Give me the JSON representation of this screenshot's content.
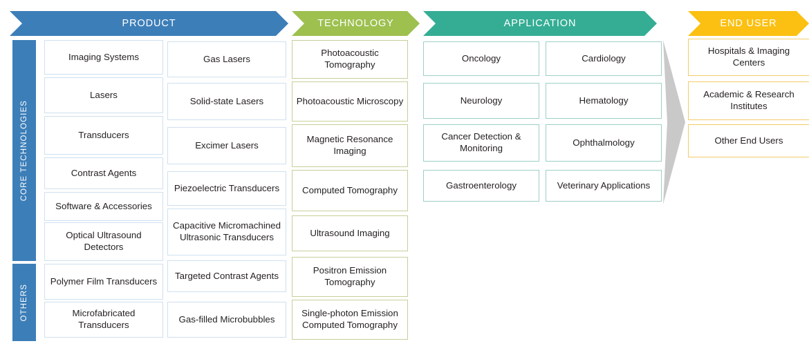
{
  "headers": [
    {
      "key": "product",
      "label": "PRODUCT",
      "color": "#3C7EB8"
    },
    {
      "key": "technology",
      "label": "TECHNOLOGY",
      "color": "#9DC04F"
    },
    {
      "key": "application",
      "label": "APPLICATION",
      "color": "#35AD95"
    },
    {
      "key": "enduser",
      "label": "END USER",
      "color": "#FBC012"
    }
  ],
  "rail": {
    "core_label": "CORE TECHNOLOGIES",
    "others_label": "OTHERS",
    "color": "#3C7EB8"
  },
  "columns": {
    "product_categories": [
      "Imaging Systems",
      "Lasers",
      "Transducers",
      "Contrast Agents",
      "Software & Accessories",
      "Optical Ultrasound Detectors",
      "Polymer Film Transducers",
      "Microfabricated Transducers"
    ],
    "product_subtypes": [
      "Gas Lasers",
      "Solid-state Lasers",
      "Excimer Lasers",
      "Piezoelectric Transducers",
      "Capacitive Micromachined Ultrasonic Transducers",
      "Targeted Contrast Agents",
      "Gas-filled Microbubbles"
    ],
    "technology": [
      "Photoacoustic Tomography",
      "Photoacoustic Microscopy",
      "Magnetic Resonance Imaging",
      "Computed Tomography",
      "Ultrasound Imaging",
      "Positron Emission Tomography",
      "Single-photon Emission Computed Tomography"
    ],
    "application_left": [
      "Oncology",
      "Neurology",
      "Cancer Detection & Monitoring",
      "Gastroenterology"
    ],
    "application_right": [
      "Cardiology",
      "Hematology",
      "Ophthalmology",
      "Veterinary Applications"
    ],
    "end_user": [
      "Hospitals & Imaging Centers",
      "Academic & Research Institutes",
      "Other End Users"
    ]
  },
  "funnel": {
    "name": "flow-arrow",
    "color": "#c9c9c9"
  },
  "layout": {
    "product_categories_tops": [
      58,
      112,
      168,
      228,
      278,
      322,
      382,
      437
    ],
    "product_categories_heights": [
      50,
      52,
      56,
      46,
      42,
      56,
      52,
      52
    ],
    "product_subtypes_tops": [
      60,
      120,
      184,
      248,
      302,
      377,
      437
    ],
    "product_subtypes_heights": [
      52,
      54,
      54,
      50,
      68,
      46,
      52
    ],
    "technology_tops": [
      58,
      118,
      180,
      246,
      312,
      372,
      434
    ],
    "technology_heights": [
      56,
      58,
      62,
      60,
      52,
      58,
      58
    ],
    "application_tops": [
      60,
      120,
      180,
      246
    ],
    "application_heights": [
      50,
      52,
      54,
      46
    ],
    "end_user_tops": [
      56,
      118,
      180
    ],
    "end_user_heights": [
      54,
      56,
      48
    ]
  }
}
